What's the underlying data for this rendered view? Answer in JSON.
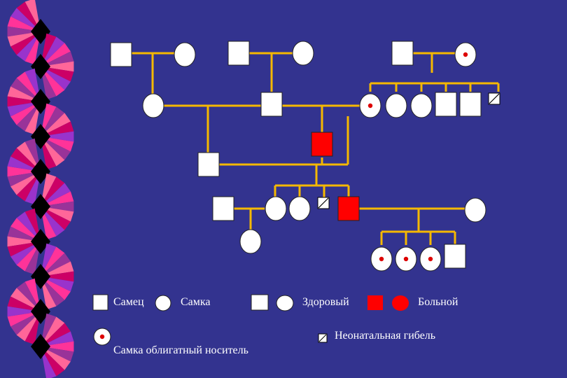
{
  "colors": {
    "background": "#33338f",
    "line": "#f5b800",
    "healthy": "#ffffff",
    "affected": "#ff0000",
    "carrier_dot": "#dd0000",
    "fan": [
      "#ff6699",
      "#cc0066",
      "#9933cc",
      "#ff3399",
      "#993399"
    ],
    "fan_tip": "#000000"
  },
  "legend": {
    "male": "Самец",
    "female": "Самка",
    "healthy": "Здоровый",
    "affected": "Больной",
    "neonatal_death": "Неонатальная гибель",
    "obligate_carrier": "Самка облигатный носитель"
  },
  "pedigree": {
    "individuals": [
      {
        "id": "I1",
        "sex": "male",
        "status": "healthy"
      },
      {
        "id": "I2",
        "sex": "female",
        "status": "healthy"
      },
      {
        "id": "I3",
        "sex": "male",
        "status": "healthy"
      },
      {
        "id": "I4",
        "sex": "female",
        "status": "healthy"
      },
      {
        "id": "I5",
        "sex": "male",
        "status": "healthy"
      },
      {
        "id": "I6",
        "sex": "female",
        "status": "obligate_carrier"
      },
      {
        "id": "II1",
        "sex": "female",
        "status": "healthy"
      },
      {
        "id": "II2",
        "sex": "male",
        "status": "healthy"
      },
      {
        "id": "II3",
        "sex": "female",
        "status": "obligate_carrier"
      },
      {
        "id": "II4",
        "sex": "female",
        "status": "healthy"
      },
      {
        "id": "II5",
        "sex": "female",
        "status": "healthy"
      },
      {
        "id": "II6",
        "sex": "male",
        "status": "healthy"
      },
      {
        "id": "II7",
        "sex": "male",
        "status": "healthy"
      },
      {
        "id": "II8",
        "sex": "male",
        "status": "neonatal_death"
      },
      {
        "id": "III1",
        "sex": "male",
        "status": "healthy"
      },
      {
        "id": "III2",
        "sex": "male",
        "status": "affected"
      },
      {
        "id": "IV1",
        "sex": "male",
        "status": "healthy"
      },
      {
        "id": "IV2",
        "sex": "female",
        "status": "healthy"
      },
      {
        "id": "IV3",
        "sex": "female",
        "status": "healthy"
      },
      {
        "id": "IV4",
        "sex": "male",
        "status": "neonatal_death"
      },
      {
        "id": "IV5",
        "sex": "male",
        "status": "affected"
      },
      {
        "id": "IV6",
        "sex": "female",
        "status": "healthy"
      },
      {
        "id": "V1",
        "sex": "female",
        "status": "healthy"
      },
      {
        "id": "V2",
        "sex": "female",
        "status": "obligate_carrier"
      },
      {
        "id": "V3",
        "sex": "female",
        "status": "obligate_carrier"
      },
      {
        "id": "V4",
        "sex": "female",
        "status": "obligate_carrier"
      },
      {
        "id": "V5",
        "sex": "male",
        "status": "healthy"
      }
    ]
  }
}
